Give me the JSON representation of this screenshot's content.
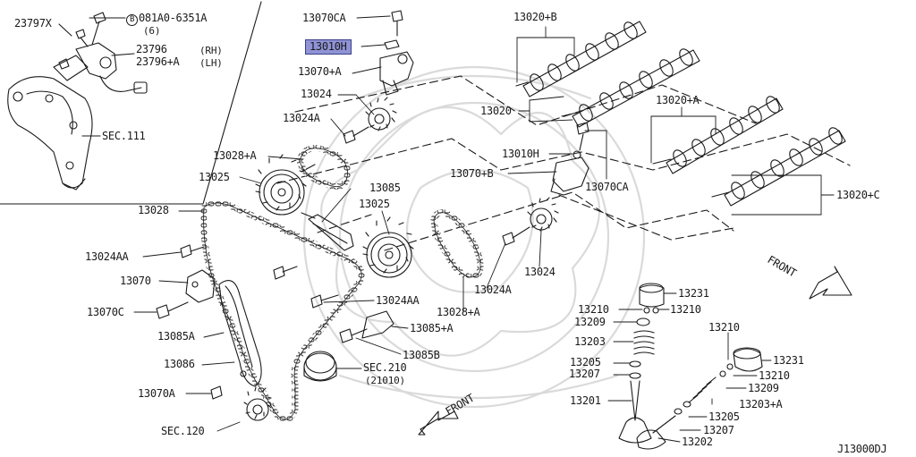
{
  "colors": {
    "line": "#1a1a1a",
    "highlight": "#8f93d6",
    "watermark": "#d6d6d6"
  },
  "inset": {
    "bolt_circle_letter": "B",
    "bolt_part": "081A0-6351A",
    "bolt_qty": "(6)",
    "sensor_left": "23797X",
    "sensor_rh": "23796",
    "sensor_rh_tag": "(RH)",
    "sensor_lh": "23796+A",
    "sensor_lh_tag": "(LH)",
    "sec_ref": "SEC.111"
  },
  "labels": {
    "l_13070CA_top": "13070CA",
    "l_13010H_top": "13010H",
    "l_13070A_top": "13070+A",
    "l_13024": "13024",
    "l_13024A_left": "13024A",
    "l_13028A_left": "13028+A",
    "l_13025_left": "13025",
    "l_13028": "13028",
    "l_13085": "13085",
    "l_13025_mid": "13025",
    "l_13024AA_left": "13024AA",
    "l_13070": "13070",
    "l_13070C": "13070C",
    "l_13085A": "13085A",
    "l_13086": "13086",
    "l_13070A_bottom": "13070A",
    "l_sec120": "SEC.120",
    "l_13024AA_mid": "13024AA",
    "l_13085A_plus": "13085+A",
    "l_13085B": "13085B",
    "l_sec210": "SEC.210",
    "l_sec210_sub": "(21010)",
    "l_13028A_mid": "13028+A",
    "l_13024A_mid": "13024A",
    "l_13024_right": "13024",
    "l_13020": "13020",
    "l_13020B": "13020+B",
    "l_13010H_mid": "13010H",
    "l_13070B": "13070+B",
    "l_13070CA_mid": "13070CA",
    "l_13020A": "13020+A",
    "l_13020C": "13020+C",
    "l_13231_left": "13231",
    "l_13210_a": "13210",
    "l_13210_b": "13210",
    "l_13209_left": "13209",
    "l_13203": "13203",
    "l_13205_left": "13205",
    "l_13207_left": "13207",
    "l_13201": "13201",
    "l_13210_c": "13210",
    "l_13231_right": "13231",
    "l_13210_d": "13210",
    "l_13209_right": "13209",
    "l_13203A": "13203+A",
    "l_13205_right": "13205",
    "l_13207_right": "13207",
    "l_13202": "13202",
    "front_top": "FRONT",
    "front_bottom": "FRONT",
    "diagram_code": "J13000DJ"
  }
}
